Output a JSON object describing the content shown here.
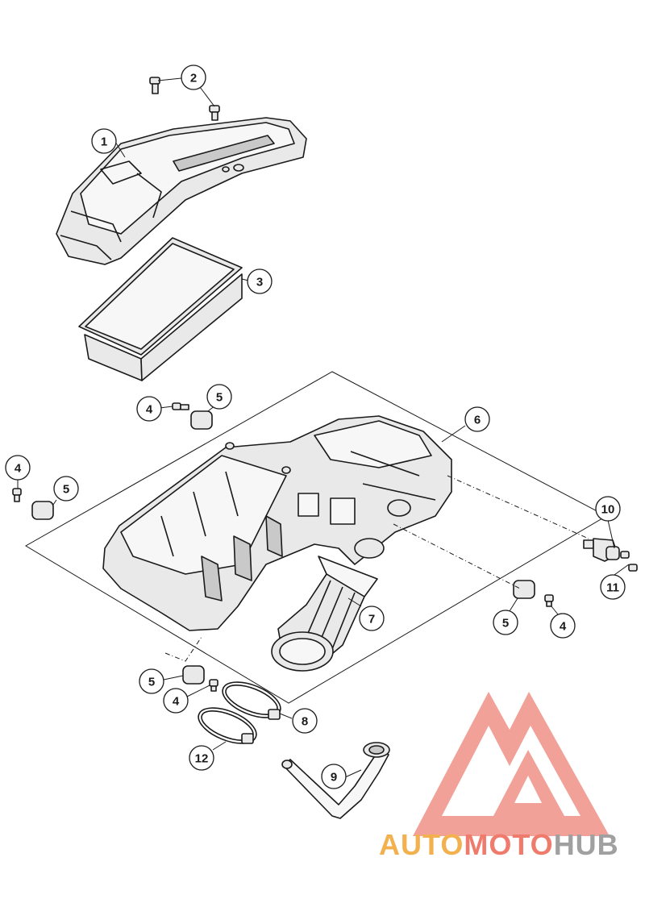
{
  "callouts": {
    "c1": "1",
    "c2": "2",
    "c3": "3",
    "c4a": "4",
    "c4b": "4",
    "c4c": "4",
    "c4d": "4",
    "c5a": "5",
    "c5b": "5",
    "c5c": "5",
    "c5d": "5",
    "c6": "6",
    "c7": "7",
    "c8": "8",
    "c9": "9",
    "c10": "10",
    "c11": "11",
    "c12": "12"
  },
  "watermark": {
    "auto": "AUTO",
    "moto": "MOTO",
    "hub": "HUB",
    "colors": {
      "auto": "#f2b14e",
      "moto": "#ef7b6c",
      "hub": "#a0a0a0",
      "triangle": "#ee8276"
    }
  }
}
